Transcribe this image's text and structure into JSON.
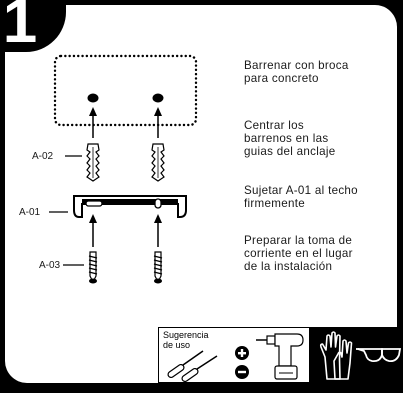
{
  "step": {
    "number": "1"
  },
  "instructions": [
    {
      "line1": "Barrenar con broca",
      "line2": "para concreto"
    },
    {
      "line1": "Centrar los",
      "line2": "barrenos en las",
      "line3": "guias del anclaje"
    },
    {
      "line1": "Sujetar A-01 al techo",
      "line2": "firmemente"
    },
    {
      "line1": "Preparar la toma de",
      "line2": "corriente en el lugar",
      "line3": "de la instalación"
    }
  ],
  "parts": {
    "a02": "A-02",
    "a01": "A-01",
    "a03": "A-03"
  },
  "tip": {
    "line1": "Sugerencia",
    "line2": "de uso"
  },
  "icons": [
    "step-number-icon",
    "wall-anchor-icon",
    "mounting-bracket-icon",
    "screw-icon",
    "arrow-up-icon",
    "screwdriver-icon",
    "plus-icon",
    "minus-icon",
    "power-drill-icon",
    "safety-gloves-icon",
    "safety-glasses-icon"
  ],
  "colors": {
    "background": "#000000",
    "card": "#ffffff",
    "ink": "#1a1a1a"
  }
}
